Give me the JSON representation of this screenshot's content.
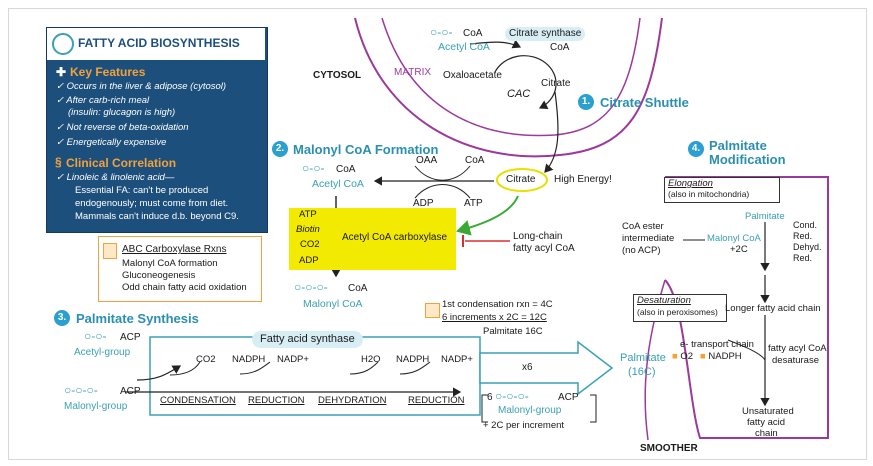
{
  "key_box": {
    "title": "FATTY ACID BIOSYNTHESIS",
    "features_heading": "Key Features",
    "features": [
      "Occurs in the liver & adipose (cytosol)",
      "After carb-rich meal",
      "(insulin: glucagon is high)",
      "Not reverse of beta-oxidation",
      "Energetically expensive"
    ],
    "clinical_heading": "Clinical Correlation",
    "clinical": [
      "Linoleic & linolenic acid—",
      "Essential FA: can't be produced",
      "endogenously; must come from diet.",
      "Mammals can't induce d.b. beyond C9."
    ]
  },
  "abc_box": {
    "title": "ABC Carboxylase Rxns",
    "items": [
      "Malonyl CoA formation",
      "Gluconeogenesis",
      "Odd chain fatty acid oxidation"
    ]
  },
  "compartments": {
    "cytosol": "CYTOSOL",
    "matrix": "MATRIX",
    "smoother": "SMOOTHER"
  },
  "section1": {
    "num": "1.",
    "title": "Citrate Shuttle",
    "acetyl_coa": "Acetyl CoA",
    "coa": "CoA",
    "coa2": "CoA",
    "citrate_synthase": "Citrate synthase",
    "oxaloacetate": "Oxaloacetate",
    "citrate": "Citrate",
    "cac": "CAC"
  },
  "section2": {
    "num": "2.",
    "title": "Malonyl CoA Formation",
    "coa": "CoA",
    "acetyl_coa": "Acetyl CoA",
    "oaa": "OAA",
    "coa_top": "CoA",
    "adp": "ADP",
    "atp": "ATP",
    "citrate": "Citrate",
    "high_energy": "High Energy!",
    "atp2": "ATP",
    "biotin": "Biotin",
    "co2": "CO2",
    "adp2": "ADP",
    "enzyme": "Acetyl CoA carboxylase",
    "inhibitor_1": "Long-chain",
    "inhibitor_2": "fatty acyl CoA",
    "malonyl_coa": "Malonyl CoA",
    "coa_bottom": "CoA"
  },
  "section3": {
    "num": "3.",
    "title": "Palmitate Synthesis",
    "enzyme": "Fatty acid synthase",
    "acp1": "ACP",
    "acetyl_group": "Acetyl-group",
    "acp2": "ACP",
    "malonyl_group": "Malonyl-group",
    "co2": "CO2",
    "nadph1": "NADPH",
    "nadp1": "NADP+",
    "h2o": "H2O",
    "nadph2": "NADPH",
    "nadp2": "NADP+",
    "steps": [
      "CONDENSATION",
      "REDUCTION",
      "DEHYDRATION",
      "REDUCTION"
    ],
    "note1": "1st condensation rxn = 4C",
    "note2": "6 increments x 2C = 12C",
    "note3": "Palmitate 16C",
    "x6": "x6",
    "palmitate": "Palmitate",
    "palmitate_c": "(16C)",
    "six": "6",
    "acp3": "ACP",
    "malonyl_group2": "Malonyl-group",
    "increment": "+ 2C per increment"
  },
  "section4": {
    "num": "4.",
    "title_1": "Palmitate",
    "title_2": "Modification",
    "elongation": "Elongation",
    "elongation_sub": "(also in mitochondria)",
    "palmitate": "Palmitate",
    "malonyl_coa": "Malonyl CoA",
    "plus2c": "+2C",
    "coa_ester_1": "CoA ester",
    "coa_ester_2": "intermediate",
    "coa_ester_3": "(no ACP)",
    "cond": "Cond.",
    "red": "Red.",
    "dehyd": "Dehyd.",
    "red2": "Red.",
    "desaturation": "Desaturation",
    "desaturation_sub": "(also in peroxisomes)",
    "longer": "Longer fatty acid chain",
    "etc_1": "e- transport chain",
    "o2": "O2",
    "nadph": "NADPH",
    "desat_1": "fatty acyl CoA",
    "desat_2": "desaturase",
    "unsat_1": "Unsaturated",
    "unsat_2": "fatty acid",
    "unsat_3": "chain"
  },
  "colors": {
    "teal": "#3aa0b5",
    "navy": "#1d4f7c",
    "yellow": "#f2ea00",
    "purple": "#9b3a9b",
    "orange": "#f2a23a",
    "green": "#3aaa35",
    "red": "#d83030"
  }
}
